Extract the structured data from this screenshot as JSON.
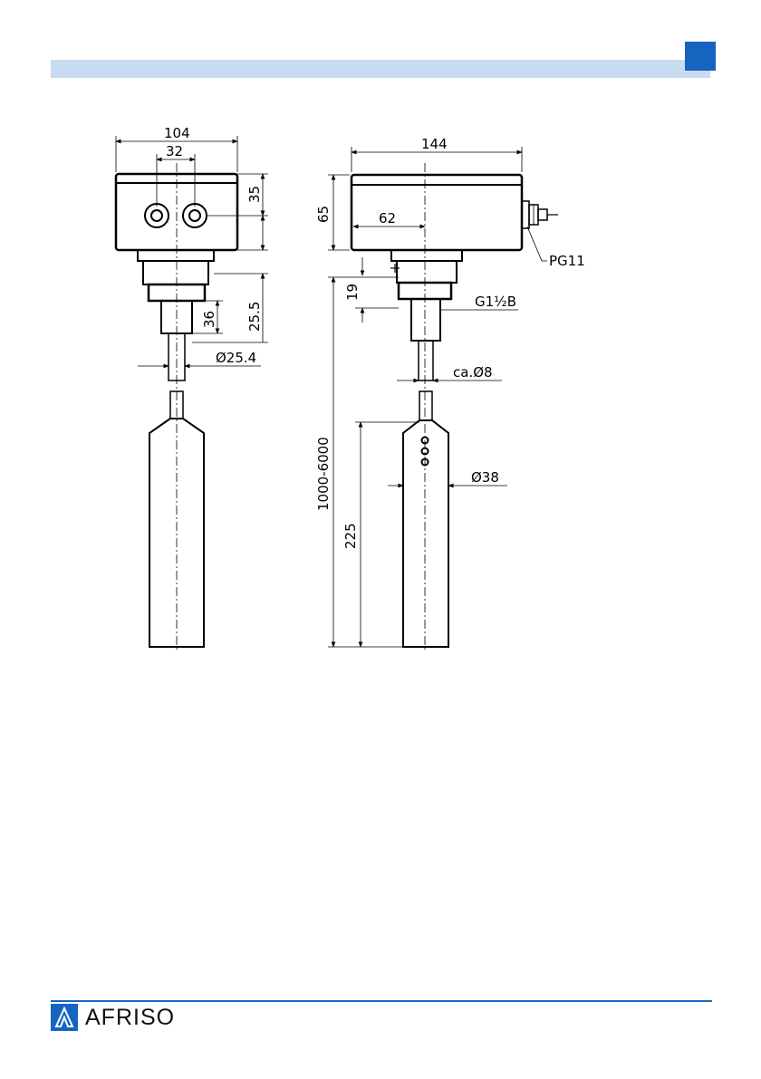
{
  "colors": {
    "accent": "#1565c0",
    "header_bar": "#c9dbf0"
  },
  "left_view": {
    "dim_width": "104",
    "dim_gland_spacing": "32",
    "dim_top_height": "35",
    "dim_lower_height": "25.5",
    "dim_neck": "36",
    "dim_diameter": "Ø25.4"
  },
  "right_view": {
    "dim_width": "144",
    "dim_housing_height": "65",
    "dim_offset": "62",
    "dim_thread_height": "19",
    "thread_label": "G1½B",
    "gland_label": "PG11",
    "dim_rod_diameter": "ca.Ø8",
    "dim_float_diameter": "Ø38",
    "dim_length_total": "1000-6000",
    "dim_float_length": "225"
  },
  "footer": {
    "brand": "AFRISO"
  },
  "icons": {
    "logo": "afriso-logo-icon"
  }
}
